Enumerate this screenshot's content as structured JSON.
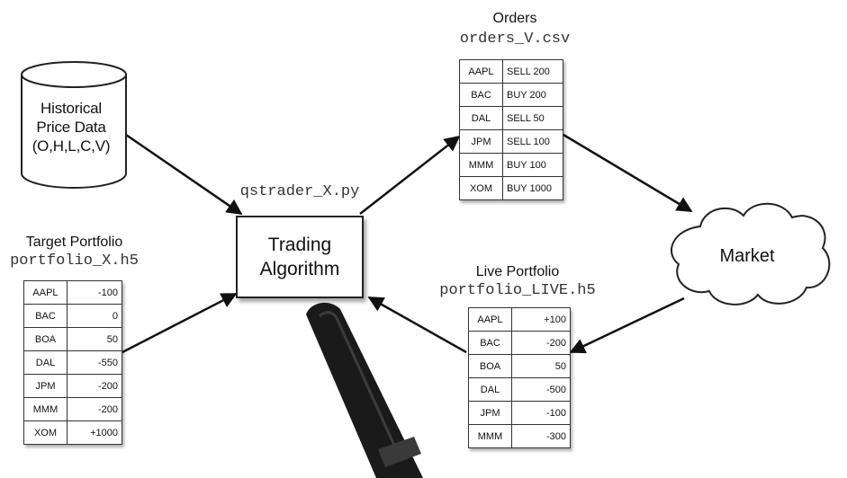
{
  "historical": {
    "lines": [
      "Historical",
      "Price Data",
      "(O,H,L,C,V)"
    ]
  },
  "algorithm": {
    "script": "qstrader_X.py",
    "lines": [
      "Trading",
      "Algorithm"
    ]
  },
  "orders": {
    "title": "Orders",
    "file": "orders_V.csv",
    "rows": [
      [
        "AAPL",
        "SELL 200"
      ],
      [
        "BAC",
        "BUY 200"
      ],
      [
        "DAL",
        "SELL 50"
      ],
      [
        "JPM",
        "SELL 100"
      ],
      [
        "MMM",
        "BUY 100"
      ],
      [
        "XOM",
        "BUY 1000"
      ]
    ]
  },
  "target": {
    "title": "Target Portfolio",
    "file": "portfolio_X.h5",
    "rows": [
      [
        "AAPL",
        "-100"
      ],
      [
        "BAC",
        "0"
      ],
      [
        "BOA",
        "50"
      ],
      [
        "DAL",
        "-550"
      ],
      [
        "JPM",
        "-200"
      ],
      [
        "MMM",
        "-200"
      ],
      [
        "XOM",
        "+1000"
      ]
    ]
  },
  "live": {
    "title": "Live Portfolio",
    "file": "portfolio_LIVE.h5",
    "rows": [
      [
        "AAPL",
        "+100"
      ],
      [
        "BAC",
        "-200"
      ],
      [
        "BOA",
        "50"
      ],
      [
        "DAL",
        "-500"
      ],
      [
        "JPM",
        "-100"
      ],
      [
        "MMM",
        "-300"
      ]
    ]
  },
  "market": {
    "label": "Market"
  }
}
